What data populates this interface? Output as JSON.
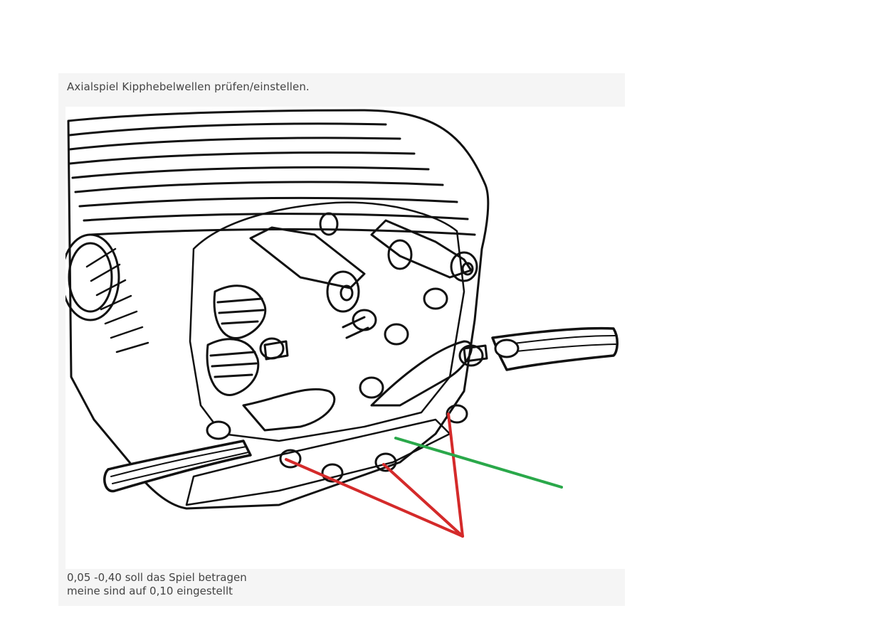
{
  "caption_top": "Axialspiel Kipphebelwellen prüfen/einstellen.",
  "caption_bottom": {
    "line1": "0,05 -0,40 soll das Spiel betragen",
    "line2": "meine sind auf 0,10 eingestellt"
  },
  "figure": {
    "subject": "engine cylinder head with rocker arm shafts (line drawing)",
    "annotation_colors": {
      "red_marker": "#d42a2a",
      "green_marker": "#2aa84a"
    }
  }
}
